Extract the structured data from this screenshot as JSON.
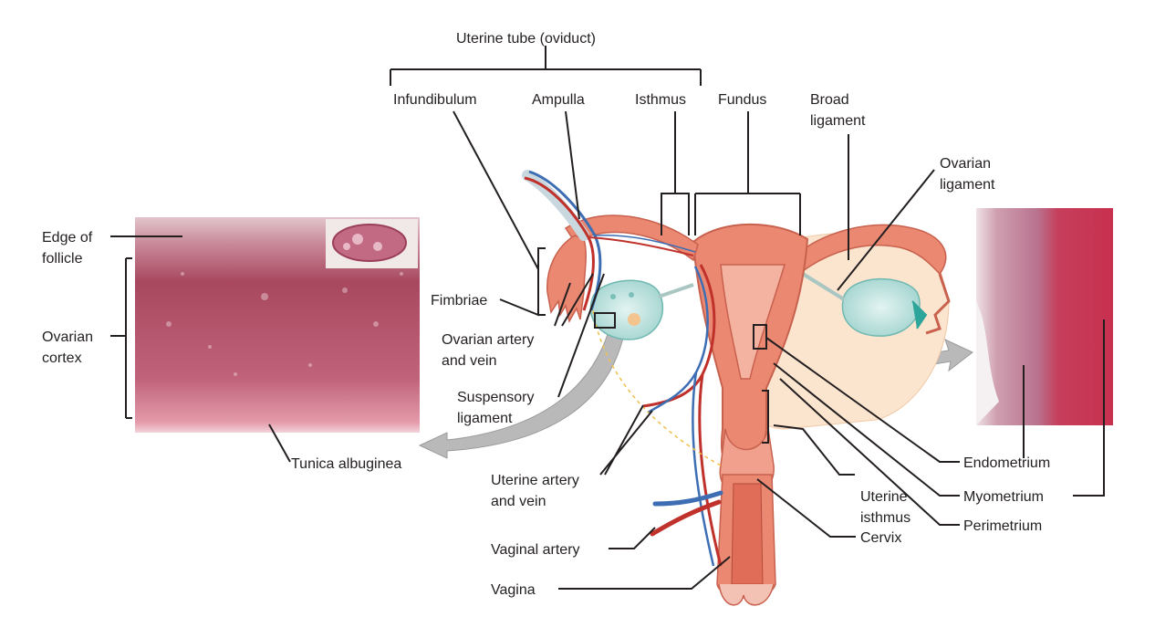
{
  "title": "Uterine tube (oviduct)",
  "labels": {
    "infundibulum": "Infundibulum",
    "ampulla": "Ampulla",
    "isthmus": "Isthmus",
    "fundus": "Fundus",
    "broad_ligament": [
      "Broad",
      "ligament"
    ],
    "ovarian_ligament": [
      "Ovarian",
      "ligament"
    ],
    "edge_of_follicle": [
      "Edge of",
      "follicle"
    ],
    "ovarian_cortex": [
      "Ovarian",
      "cortex"
    ],
    "fimbriae": "Fimbriae",
    "ovarian_artery_vein": [
      "Ovarian artery",
      "and vein"
    ],
    "suspensory_ligament": [
      "Suspensory",
      "ligament"
    ],
    "tunica_albuginea": "Tunica albuginea",
    "uterine_artery_vein": [
      "Uterine artery",
      "and vein"
    ],
    "vaginal_artery": "Vaginal artery",
    "vagina": "Vagina",
    "cervix": "Cervix",
    "uterine_isthmus": [
      "Uterine",
      "isthmus"
    ],
    "endometrium": "Endometrium",
    "myometrium": "Myometrium",
    "perimetrium": "Perimetrium"
  },
  "colors": {
    "uterus": "#ea8872",
    "uterus_light": "#f4b3a0",
    "broad_ligament": "#fbe5cf",
    "ovary": "#bfe3e0",
    "artery": "#c0312b",
    "vein": "#3d6eb4",
    "line": "#231f20",
    "arrow": "#b9b9b9",
    "micrograph_left": "#b7566d",
    "micrograph_right": "#c9506a"
  }
}
